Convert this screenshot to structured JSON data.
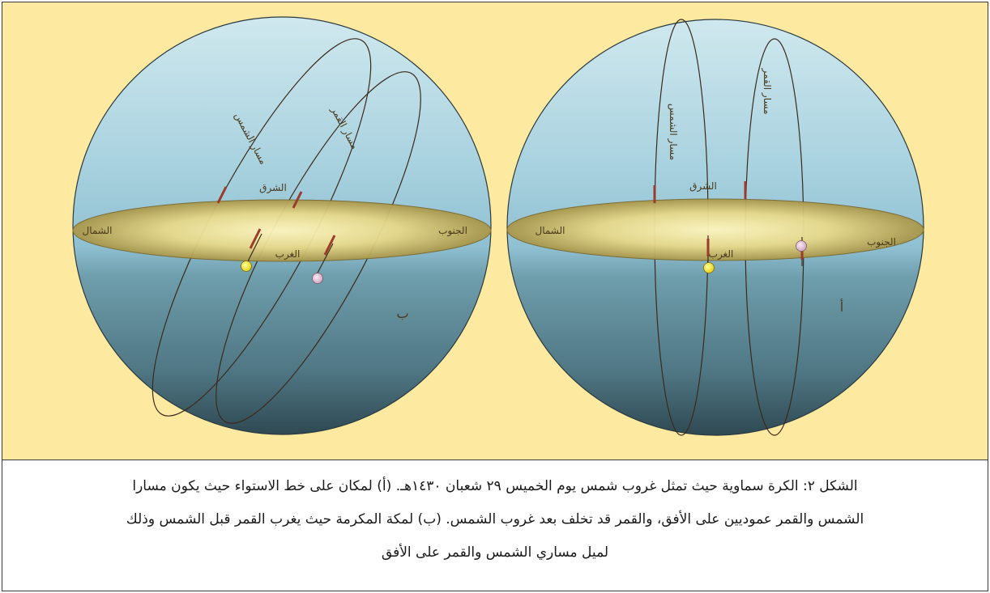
{
  "figure": {
    "left_sphere": {
      "panel_letter": "ب",
      "labels": {
        "north": "الشمال",
        "south": "الجنوب",
        "east": "الشرق",
        "west": "الغرب",
        "sun_path": "مسار الشمس",
        "moon_path": "مسار القمر"
      }
    },
    "right_sphere": {
      "panel_letter": "أ",
      "labels": {
        "north": "الشمال",
        "south": "الجنوب",
        "east": "الشرق",
        "west": "الغرب",
        "sun_path": "مسار الشمس",
        "moon_path": "مسار القمر"
      }
    },
    "colors": {
      "background": "#fde9a0",
      "sun": "#f5e62a",
      "moon": "#e6c9dc",
      "path_line": "#3b2a1c",
      "direction_arrow": "#9b3b2b"
    }
  },
  "caption": {
    "line1": "الشكل ٢: الكرة سماوية حيث تمثل غروب شمس يوم الخميس ٢٩ شعبان ١٤٣٠هـ. (أ) لمكان على خط الاستواء حيث يكون مسارا",
    "line2": "الشمس والقمر عموديين على الأفق، والقمر قد تخلف بعد غروب الشمس. (ب) لمكة المكرمة حيث يغرب القمر قبل الشمس وذلك",
    "line3": "لميل مساري الشمس والقمر على الأفق"
  }
}
